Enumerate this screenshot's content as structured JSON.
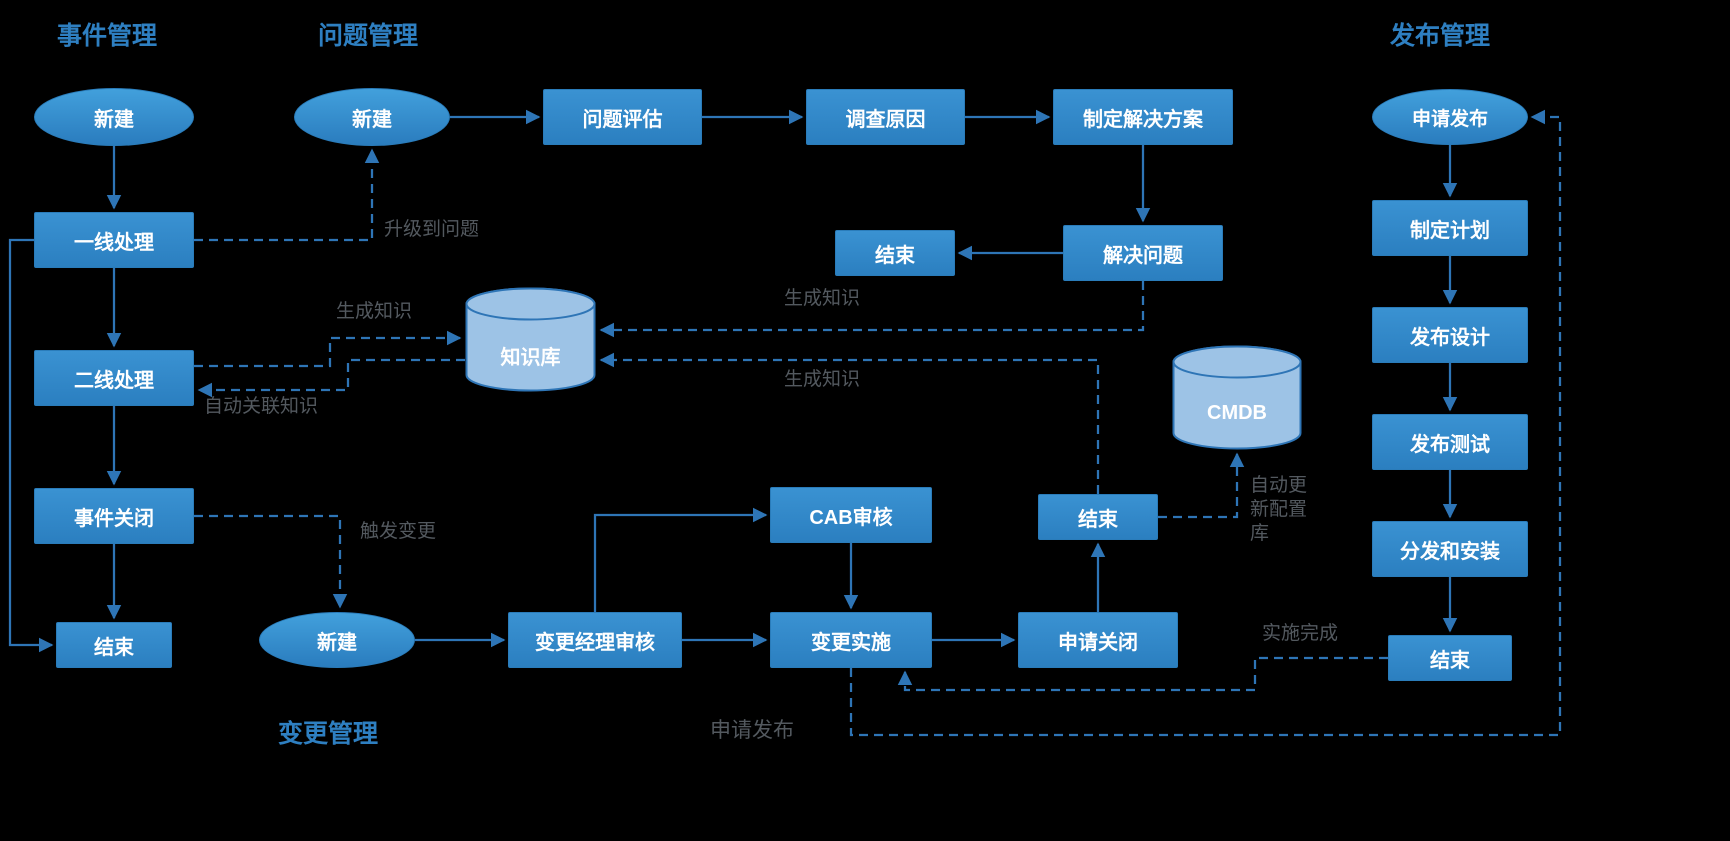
{
  "colors": {
    "background": "#000000",
    "node_blue": "#2E86C8",
    "datastore_blue": "#9DC3E6",
    "datastore_border": "#2E75B6",
    "arrow_blue": "#2E75B6",
    "title_blue": "#2E7FC1",
    "edge_label_gray": "#53595F",
    "node_text": "#FFFFFF"
  },
  "titles": {
    "incident": "事件管理",
    "problem": "问题管理",
    "release": "发布管理",
    "change": "变更管理"
  },
  "incident": {
    "start": "新建",
    "first_line": "一线处理",
    "second_line": "二线处理",
    "close": "事件关闭",
    "end": "结束"
  },
  "problem": {
    "start": "新建",
    "evaluate": "问题评估",
    "investigate": "调查原因",
    "plan": "制定解决方案",
    "solve": "解决问题",
    "end": "结束"
  },
  "change": {
    "start": "新建",
    "manager_review": "变更经理审核",
    "cab_review": "CAB审核",
    "implement": "变更实施",
    "close_request": "申请关闭",
    "end": "结束"
  },
  "release": {
    "start": "申请发布",
    "plan": "制定计划",
    "design": "发布设计",
    "test": "发布测试",
    "deploy": "分发和安装",
    "end": "结束"
  },
  "datastores": {
    "knowledge_base": "知识库",
    "cmdb": "CMDB"
  },
  "edge_labels": {
    "escalate": "升级到问题",
    "generate_knowledge_a": "生成知识",
    "auto_link_knowledge": "自动关联知识",
    "generate_knowledge_b": "生成知识",
    "generate_knowledge_c": "生成知识",
    "trigger_change": "触发变更",
    "auto_update_cmdb": "自动更新配置库",
    "implementation_done": "实施完成",
    "apply_release": "申请发布"
  }
}
